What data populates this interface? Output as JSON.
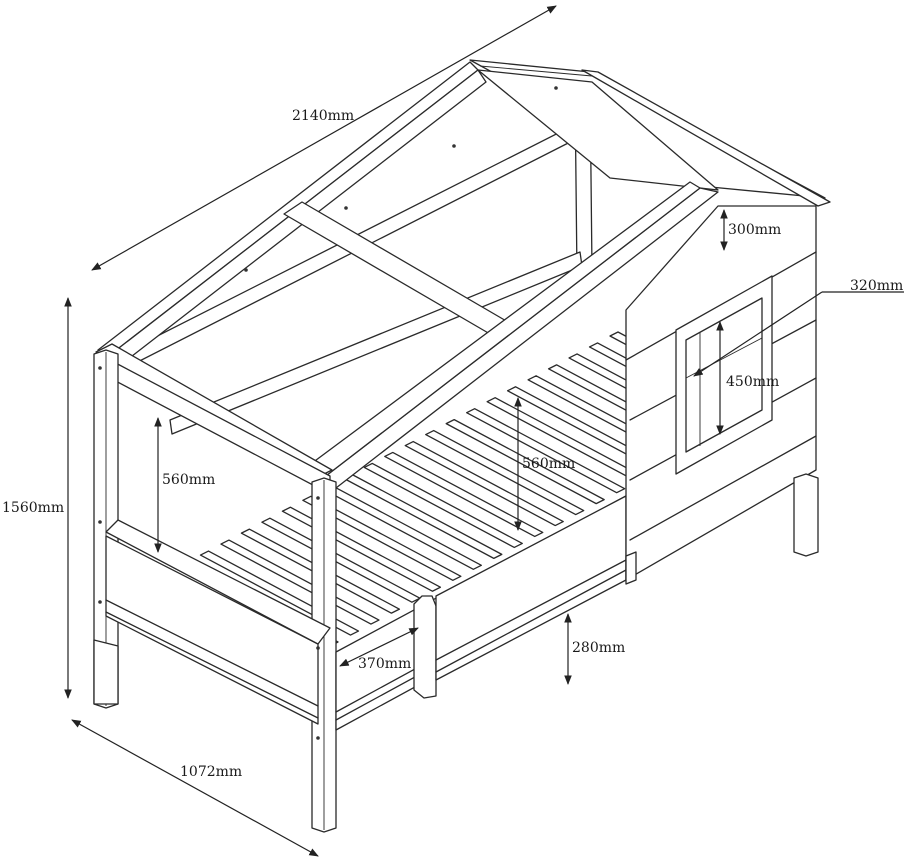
{
  "dimensions": {
    "total_length": "2140mm",
    "total_height": "1560mm",
    "total_width": "1072mm",
    "roof_height": "300mm",
    "window_width": "320mm",
    "window_height": "450mm",
    "left_opening_height": "560mm",
    "side_opening_height": "560mm",
    "gate_opening": "370mm",
    "leg_clearance": "280mm"
  },
  "colors": {
    "line": "#2a2a2a",
    "background": "#ffffff"
  }
}
